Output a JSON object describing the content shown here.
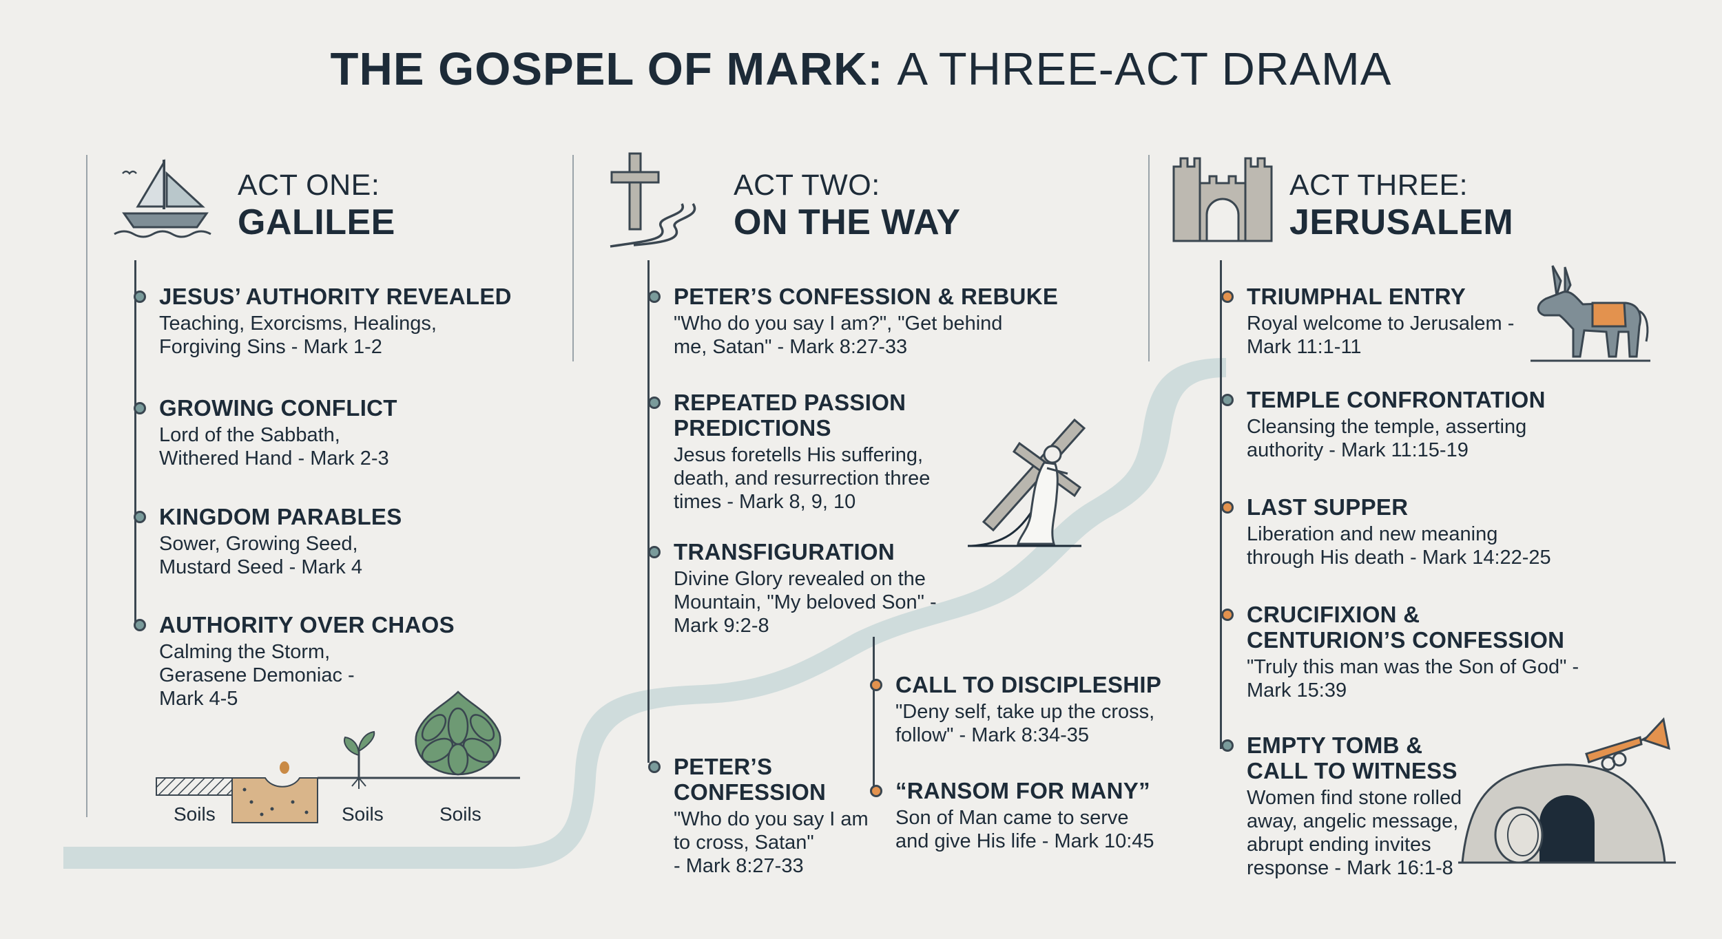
{
  "title": {
    "bold": "THE GOSPEL OF MARK:",
    "light": "A THREE-ACT DRAMA"
  },
  "colors": {
    "ink": "#1d2b38",
    "path_fill": "#cfdcdc",
    "dot_teal": "#7a9b9b",
    "dot_orange": "#e3924e",
    "background": "#f0efec"
  },
  "acts": [
    {
      "label": "ACT ONE:",
      "name": "GALILEE",
      "icon": "sailboat-icon",
      "items": [
        {
          "title": "JESUS’ AUTHORITY REVEALED",
          "text": "Teaching, Exorcisms, Healings,\nForgiving Sins - Mark 1-2",
          "dot": "teal"
        },
        {
          "title": "GROWING CONFLICT",
          "text": "Lord of the Sabbath,\nWithered Hand - Mark 2-3",
          "dot": "teal"
        },
        {
          "title": "KINGDOM PARABLES",
          "text": "Sower, Growing Seed,\nMustard Seed - Mark 4",
          "dot": "teal"
        },
        {
          "title": "AUTHORITY OVER CHAOS",
          "text": "Calming the Storm,\nGerasene Demoniac -\nMark 4-5",
          "dot": "teal"
        }
      ],
      "soil_labels": [
        "Soils",
        "Soils",
        "Soils"
      ]
    },
    {
      "label": "ACT TWO:",
      "name": "ON THE WAY",
      "icon": "cross-path-icon",
      "items": [
        {
          "title": "PETER’S CONFESSION & REBUKE",
          "text": "\"Who do you say I am?\", \"Get behind\nme, Satan\" - Mark 8:27-33",
          "dot": "teal"
        },
        {
          "title": "REPEATED PASSION\nPREDICTIONS",
          "text": "Jesus foretells His suffering,\ndeath, and resurrection three\ntimes - Mark 8, 9, 10",
          "dot": "teal"
        },
        {
          "title": "TRANSFIGURATION",
          "text": "Divine Glory revealed on the\nMountain, \"My beloved Son\" -\nMark 9:2-8",
          "dot": "teal"
        },
        {
          "title": "PETER’S\nCONFESSION",
          "text": "\"Who do you say I am\nto cross,  Satan\"\n- Mark 8:27-33",
          "dot": "teal"
        }
      ],
      "branch_items": [
        {
          "title": "CALL TO DISCIPLESHIP",
          "text": "\"Deny self, take up the cross,\nfollow\" - Mark 8:34-35",
          "dot": "orange"
        },
        {
          "title": "“RANSOM FOR MANY”",
          "text": "Son of Man came to serve\nand give His life - Mark 10:45",
          "dot": "orange"
        }
      ]
    },
    {
      "label": "ACT THREE:",
      "name": "JERUSALEM",
      "icon": "city-gate-icon",
      "items": [
        {
          "title": "TRIUMPHAL ENTRY",
          "text": "Royal welcome to Jerusalem -\nMark 11:1-11",
          "dot": "orange"
        },
        {
          "title": "TEMPLE CONFRONTATION",
          "text": "Cleansing the temple, asserting\nauthority - Mark 11:15-19",
          "dot": "teal"
        },
        {
          "title": "LAST SUPPER",
          "text": "Liberation and new meaning\nthrough His death - Mark 14:22-25",
          "dot": "orange"
        },
        {
          "title": "CRUCIFIXION &\nCENTURION’S CONFESSION",
          "text": "\"Truly this man was the Son of God\" -\nMark 15:39",
          "dot": "orange"
        },
        {
          "title": "EMPTY TOMB &\nCALL TO WITNESS",
          "text": "Women find stone rolled\naway, angelic message,\nabrupt ending invites\nresponse - Mark 16:1-8",
          "dot": "teal"
        }
      ]
    }
  ]
}
